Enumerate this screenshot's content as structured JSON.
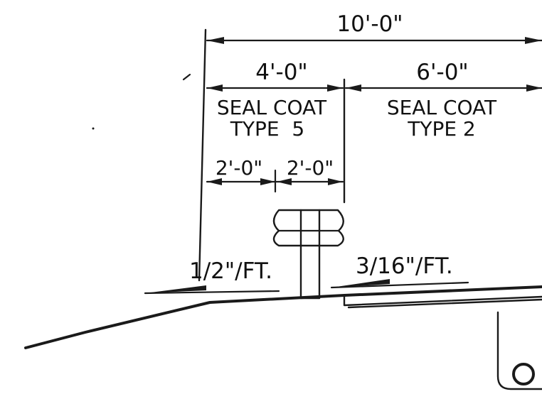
{
  "dimensions": {
    "overall": "10'-0\"",
    "left": "4'-0\"",
    "right": "6'-0\"",
    "sub_left": "2'-0\"",
    "sub_right": "2'-0\""
  },
  "zones": {
    "left": {
      "line1": "SEAL COAT",
      "line2": "TYPE  5"
    },
    "right": {
      "line1": "SEAL COAT",
      "line2": "TYPE 2"
    }
  },
  "slopes": {
    "left": "1/2\"/FT.",
    "right": "3/16\"/FT."
  },
  "colors": {
    "ink": "#1a1a1a",
    "paper": "#ffffff"
  }
}
